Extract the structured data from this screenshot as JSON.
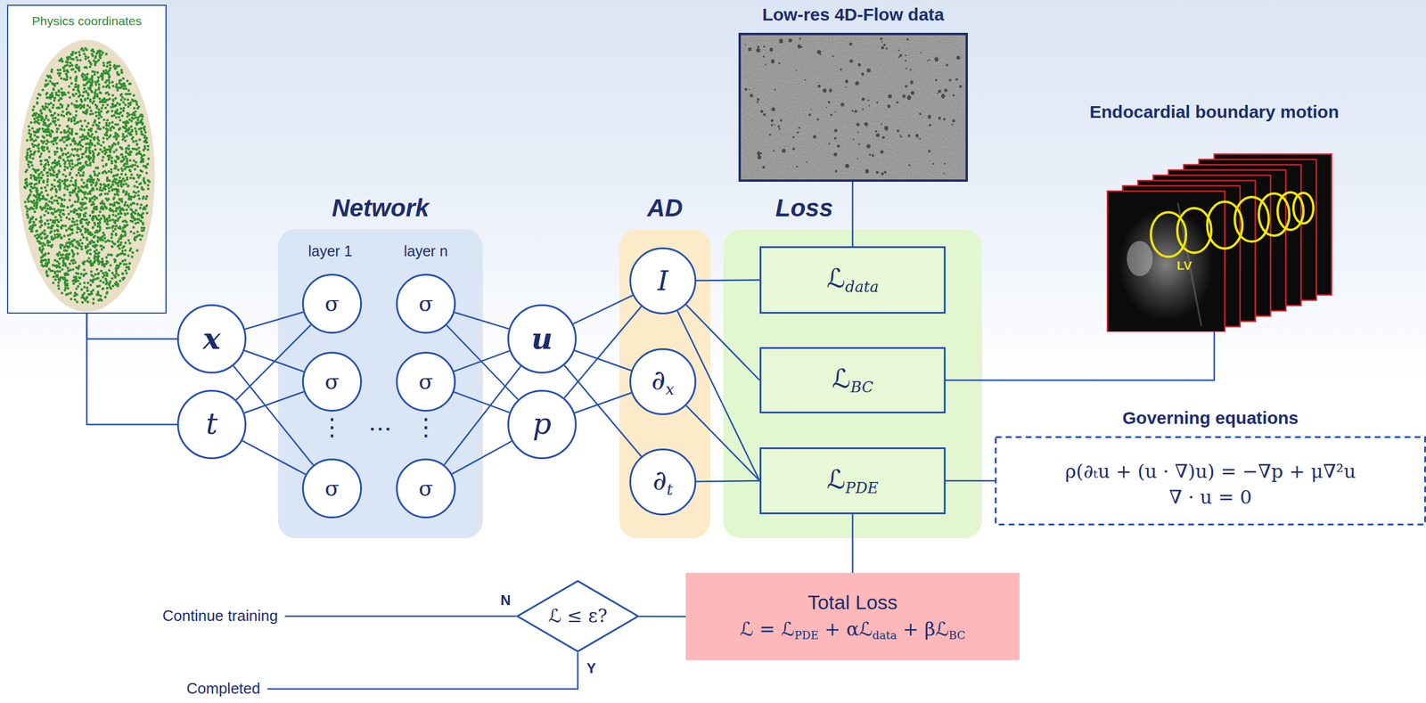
{
  "diagram": {
    "nodes": [
      {
        "text": [
          "Physics coordinates"
        ]
      },
      {
        "text": [
          "x"
        ]
      },
      {
        "text": [
          "t"
        ]
      },
      {
        "text": [
          "Network",
          "layer 1",
          "layer n"
        ]
      },
      {
        "text": [
          "σ"
        ],
        "in": 3
      },
      {
        "text": [
          "σ"
        ],
        "in": 3
      },
      {
        "text": [
          "σ"
        ],
        "in": 3
      },
      {
        "text": [
          "σ"
        ],
        "in": 3
      },
      {
        "text": [
          "σ"
        ],
        "in": 3
      },
      {
        "text": [
          "σ"
        ],
        "in": 3
      },
      {
        "text": [
          "u"
        ]
      },
      {
        "text": [
          "p"
        ]
      },
      {
        "text": [
          "AD"
        ]
      },
      {
        "text": [
          "I"
        ],
        "in": 12
      },
      {
        "text": [
          "∂x"
        ],
        "in": 12
      },
      {
        "text": [
          "∂t"
        ],
        "in": 12
      },
      {
        "text": [
          "Loss"
        ]
      },
      {
        "text": [
          "ℒdata"
        ],
        "in": 16
      },
      {
        "text": [
          "ℒBC"
        ],
        "in": 16
      },
      {
        "text": [
          "ℒPDE"
        ],
        "in": 16
      },
      {
        "text": [
          "Low-res 4D-Flow data"
        ]
      },
      {
        "text": [
          "Endocardial boundary motion"
        ]
      },
      {
        "text": [
          "Governing equations",
          "ρ(∂ₜu + (u · ∇)u) = −∇p + μ∇²u",
          "∇ · u = 0"
        ]
      },
      {
        "text": [
          "Total Loss",
          "ℒ = ℒPDE + αℒdata + βℒBC"
        ]
      },
      {
        "text": [
          "ℒ ≤ ε?"
        ]
      }
    ],
    "edges": [
      {
        "from": 0,
        "to": 1,
        "arrow": "none"
      },
      {
        "from": 0,
        "to": 2,
        "arrow": "none"
      },
      {
        "from": 1,
        "to": 4,
        "arrow": "none"
      },
      {
        "from": 1,
        "to": 6,
        "arrow": "none"
      },
      {
        "from": 1,
        "to": 8,
        "arrow": "none"
      },
      {
        "from": 2,
        "to": 4,
        "arrow": "none"
      },
      {
        "from": 2,
        "to": 6,
        "arrow": "none"
      },
      {
        "from": 2,
        "to": 8,
        "arrow": "none"
      },
      {
        "from": 5,
        "to": 10,
        "arrow": "none"
      },
      {
        "from": 5,
        "to": 11,
        "arrow": "none"
      },
      {
        "from": 7,
        "to": 10,
        "arrow": "none"
      },
      {
        "from": 7,
        "to": 11,
        "arrow": "none"
      },
      {
        "from": 9,
        "to": 10,
        "arrow": "none"
      },
      {
        "from": 9,
        "to": 11,
        "arrow": "none"
      },
      {
        "from": 10,
        "to": 13,
        "arrow": "none"
      },
      {
        "from": 10,
        "to": 14,
        "arrow": "none"
      },
      {
        "from": 10,
        "to": 15,
        "arrow": "none"
      },
      {
        "from": 11,
        "to": 13,
        "arrow": "none"
      },
      {
        "from": 11,
        "to": 14,
        "arrow": "none"
      },
      {
        "from": 13,
        "to": 17,
        "arrow": "none"
      },
      {
        "from": 13,
        "to": 18,
        "arrow": "none"
      },
      {
        "from": 13,
        "to": 19,
        "arrow": "none"
      },
      {
        "from": 14,
        "to": 19,
        "arrow": "none"
      },
      {
        "from": 15,
        "to": 19,
        "arrow": "none"
      },
      {
        "from": 20,
        "to": 17,
        "arrow": "none"
      },
      {
        "from": 18,
        "to": 21,
        "arrow": "none"
      },
      {
        "from": 19,
        "to": 22,
        "arrow": "none"
      },
      {
        "from": 19,
        "to": 23,
        "arrow": "none"
      },
      {
        "from": 23,
        "to": 24,
        "arrow": "none"
      }
    ],
    "labels": [
      "⋮",
      "⋮",
      "…",
      "LV",
      "N",
      "Y",
      "Continue training",
      "Completed"
    ]
  }
}
